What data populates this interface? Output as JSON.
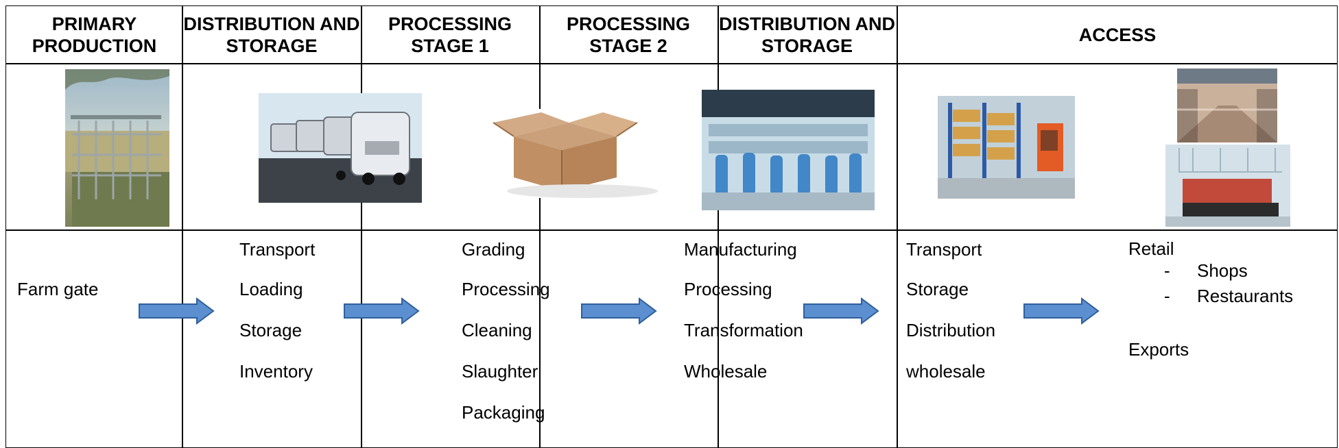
{
  "headers": [
    "PRIMARY\nPRODUCTION",
    "DISTRIBUTION AND\nSTORAGE",
    "PROCESSING\nSTAGE 1",
    "PROCESSING\nSTAGE 2",
    "DISTRIBUTION AND\nSTORAGE",
    "ACCESS"
  ],
  "col1": {
    "text": "Farm gate"
  },
  "col2": {
    "items": [
      "Transport",
      "Loading",
      "Storage",
      "Inventory"
    ]
  },
  "col3": {
    "items": [
      "Grading",
      "Processing",
      "Cleaning",
      "Slaughter",
      "Packaging"
    ]
  },
  "col4": {
    "items": [
      "Manufacturing",
      "Processing",
      "Transformation",
      "Wholesale"
    ]
  },
  "col5": {
    "items": [
      "Transport",
      "Storage",
      "Distribution",
      "wholesale"
    ]
  },
  "col6": {
    "title": "Retail",
    "subitems": [
      "Shops",
      "Restaurants"
    ],
    "bullet": "-",
    "extra": "Exports"
  },
  "colors": {
    "arrow_fill": "#5b8fd0",
    "arrow_stroke": "#2f5f9b",
    "border": "#000000"
  }
}
